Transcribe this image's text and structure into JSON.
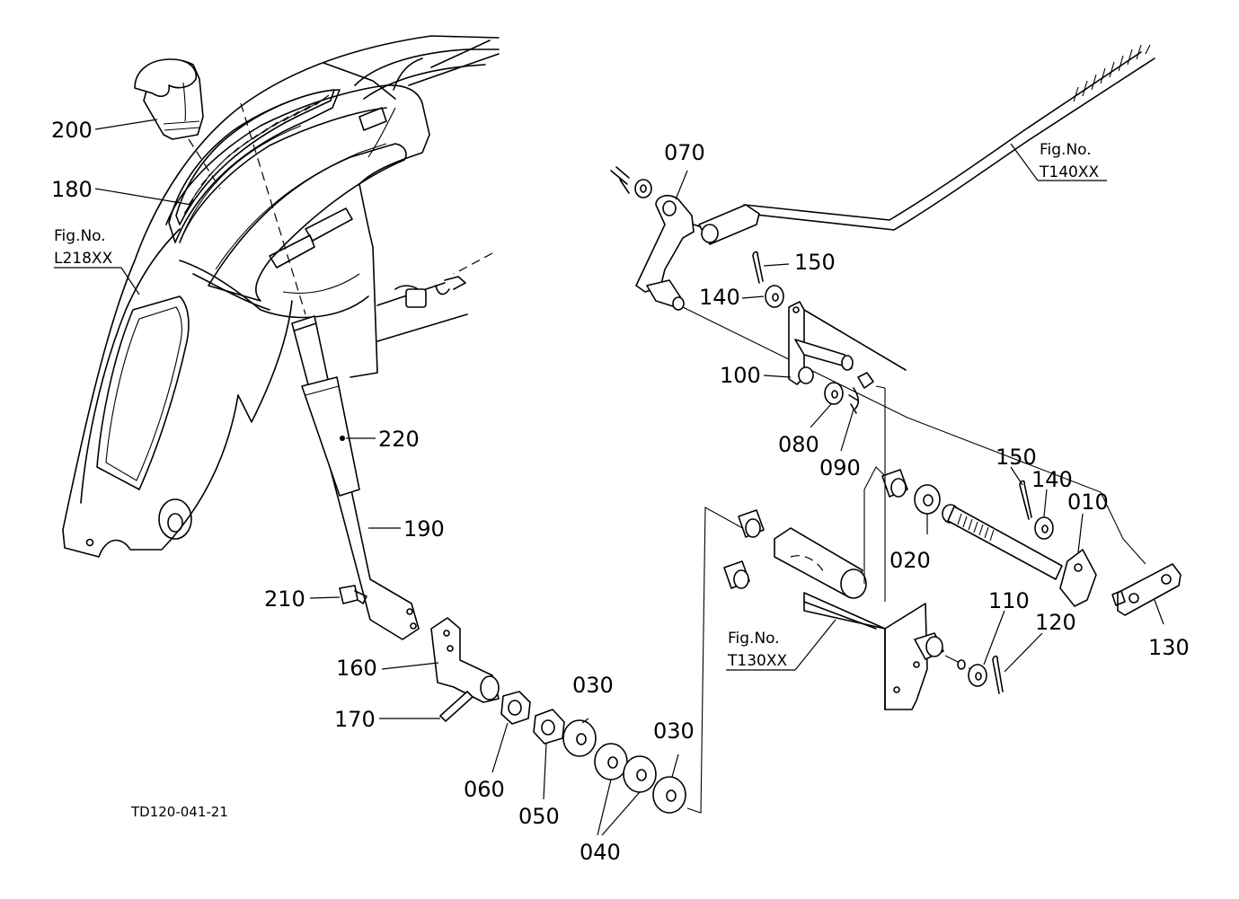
{
  "drawing_code": "TD120-041-21",
  "callouts": {
    "p200": "200",
    "p180": "180",
    "p220": "220",
    "p190": "190",
    "p210": "210",
    "p160": "160",
    "p170": "170",
    "p060": "060",
    "p050": "050",
    "p030a": "030",
    "p030b": "030",
    "p040": "040",
    "p070": "070",
    "p150a": "150",
    "p140a": "140",
    "p100": "100",
    "p080": "080",
    "p090": "090",
    "p150b": "150",
    "p140b": "140",
    "p010": "010",
    "p020": "020",
    "p110": "110",
    "p120": "120",
    "p130": "130"
  },
  "figure_refs": {
    "l218": {
      "line1": "Fig.No.",
      "line2": "L218XX"
    },
    "t140": {
      "line1": "Fig.No.",
      "line2": "T140XX"
    },
    "t130": {
      "line1": "Fig.No.",
      "line2": "T130XX"
    }
  }
}
